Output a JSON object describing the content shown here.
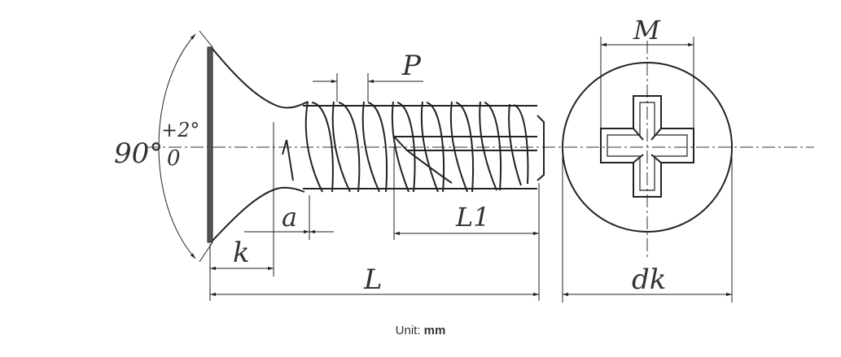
{
  "drawing": {
    "labels": {
      "angle_main": "90°",
      "angle_upper": "+2°",
      "angle_lower": "0",
      "pitch": "P",
      "thread_length": "L1",
      "point": "a",
      "head_height": "k",
      "length": "L",
      "recess": "M",
      "head_diameter": "dk"
    }
  },
  "footer": {
    "unit_label": "Unit:",
    "unit_value": "mm"
  }
}
